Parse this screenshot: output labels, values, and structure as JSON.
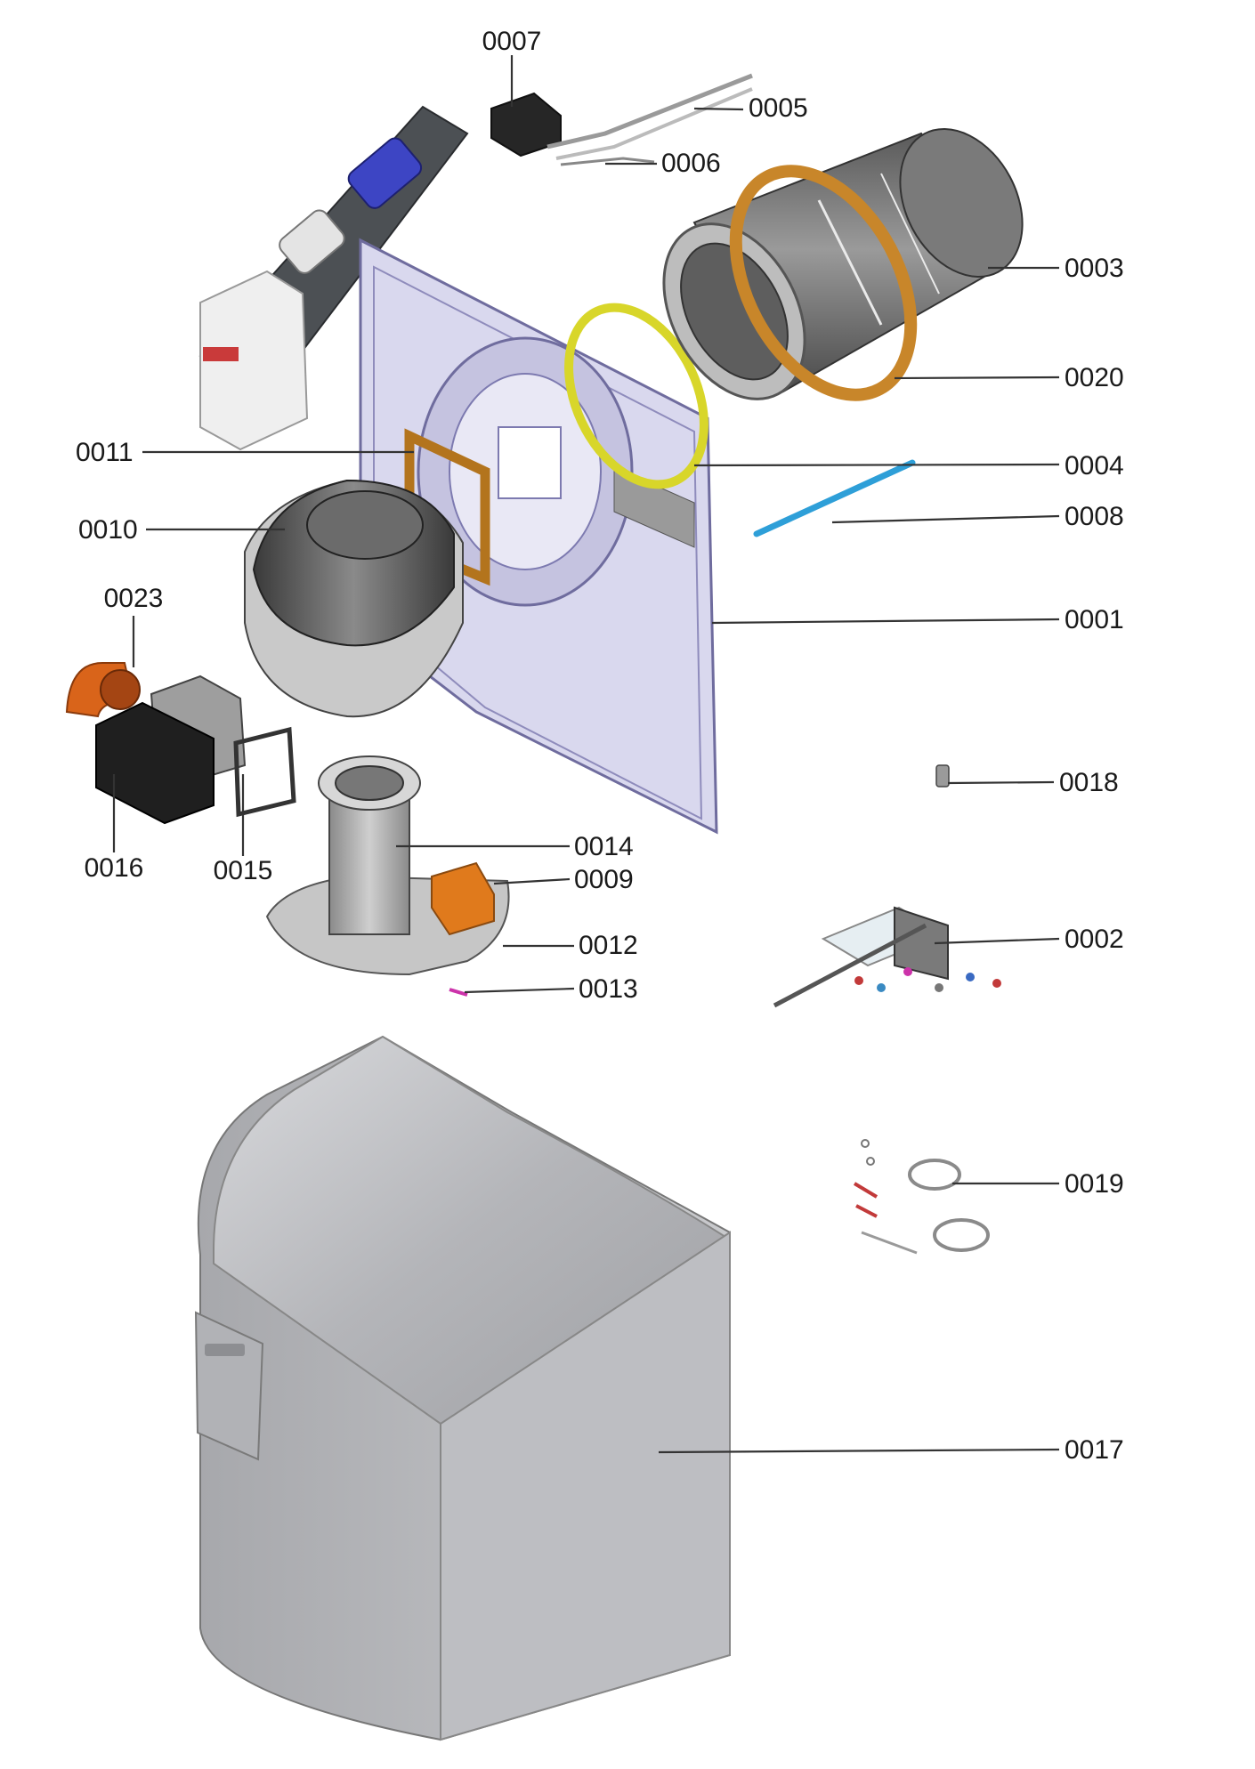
{
  "colors": {
    "frame": "#b9b6d9",
    "frame_edge": "#6f6c9e",
    "tube": "#6b6b6b",
    "gasket_orange": "#c8862a",
    "gasket_yellow": "#d8d62a",
    "electrode_blue": "#2e9fd8",
    "valve_orange": "#d9641a",
    "transformer_orange": "#e07a1c",
    "cover": "#b8b9bd"
  },
  "callouts": [
    {
      "id": "0001",
      "label": "0001",
      "part": "mounting-plate"
    },
    {
      "id": "0002",
      "label": "0002",
      "part": "fittings-kit"
    },
    {
      "id": "0003",
      "label": "0003",
      "part": "burner-tube"
    },
    {
      "id": "0004",
      "label": "0004",
      "part": "yellow-gasket"
    },
    {
      "id": "0005",
      "label": "0005",
      "part": "ignition-electrode"
    },
    {
      "id": "0006",
      "label": "0006",
      "part": "electrode-lead"
    },
    {
      "id": "0007",
      "label": "0007",
      "part": "ignition-transformer"
    },
    {
      "id": "0008",
      "label": "0008",
      "part": "flame-sensor-rod"
    },
    {
      "id": "0009",
      "label": "0009",
      "part": "transformer-block"
    },
    {
      "id": "0010",
      "label": "0010",
      "part": "blower-fan"
    },
    {
      "id": "0011",
      "label": "0011",
      "part": "fan-gasket"
    },
    {
      "id": "0012",
      "label": "0012",
      "part": "base-plate"
    },
    {
      "id": "0013",
      "label": "0013",
      "part": "screw"
    },
    {
      "id": "0014",
      "label": "0014",
      "part": "air-intake"
    },
    {
      "id": "0015",
      "label": "0015",
      "part": "valve-gasket"
    },
    {
      "id": "0016",
      "label": "0016",
      "part": "gas-valve"
    },
    {
      "id": "0017",
      "label": "0017",
      "part": "cover-hood"
    },
    {
      "id": "0018",
      "label": "0018",
      "part": "clip"
    },
    {
      "id": "0019",
      "label": "0019",
      "part": "wiring-kit"
    },
    {
      "id": "0020",
      "label": "0020",
      "part": "orange-gasket"
    },
    {
      "id": "0023",
      "label": "0023",
      "part": "valve-elbow"
    }
  ]
}
